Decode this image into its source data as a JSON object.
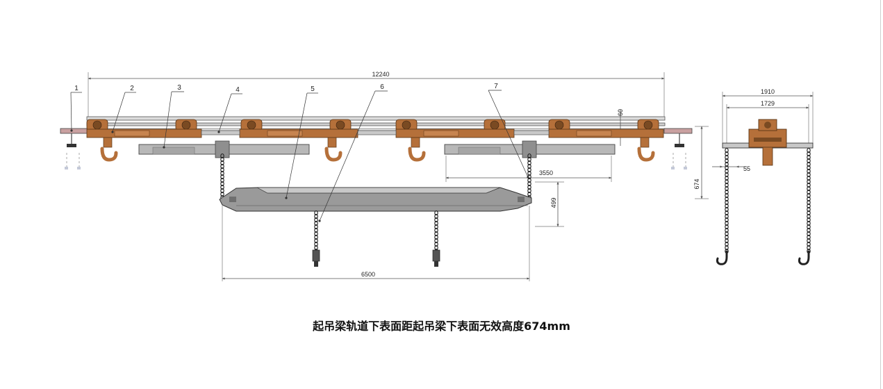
{
  "caption": "起吊梁轨道下表面距起吊梁下表面无效高度674mm",
  "part_labels": [
    "1",
    "2",
    "3",
    "4",
    "5",
    "6",
    "7"
  ],
  "dimensions": {
    "overall_length": "12240",
    "rail_height": "60",
    "trolley_span": "3550",
    "spreader_height": "499",
    "spreader_length": "6500",
    "side_width_outer": "1910",
    "side_width_inner": "1729",
    "side_offset": "55",
    "side_height": "674"
  },
  "colors": {
    "trolley": "#b5703a",
    "trolley_dark": "#7a4a22",
    "steel": "#9a9a9a",
    "steel_light": "#c8c8c8",
    "steel_dark": "#6f6f6f",
    "line": "#333333",
    "dim_line": "#555555"
  }
}
